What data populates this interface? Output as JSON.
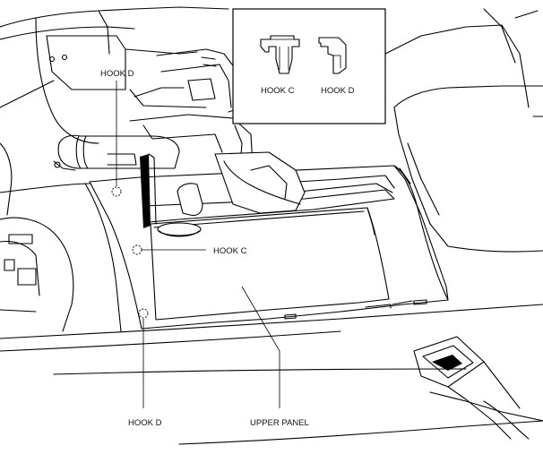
{
  "callouts": {
    "hook_d_top": "HOOK D",
    "hook_c": "HOOK C",
    "hook_d_bottom": "HOOK D",
    "upper_panel": "UPPER PANEL"
  },
  "inset": {
    "hook_c": "HOOK C",
    "hook_d": "HOOK D"
  }
}
